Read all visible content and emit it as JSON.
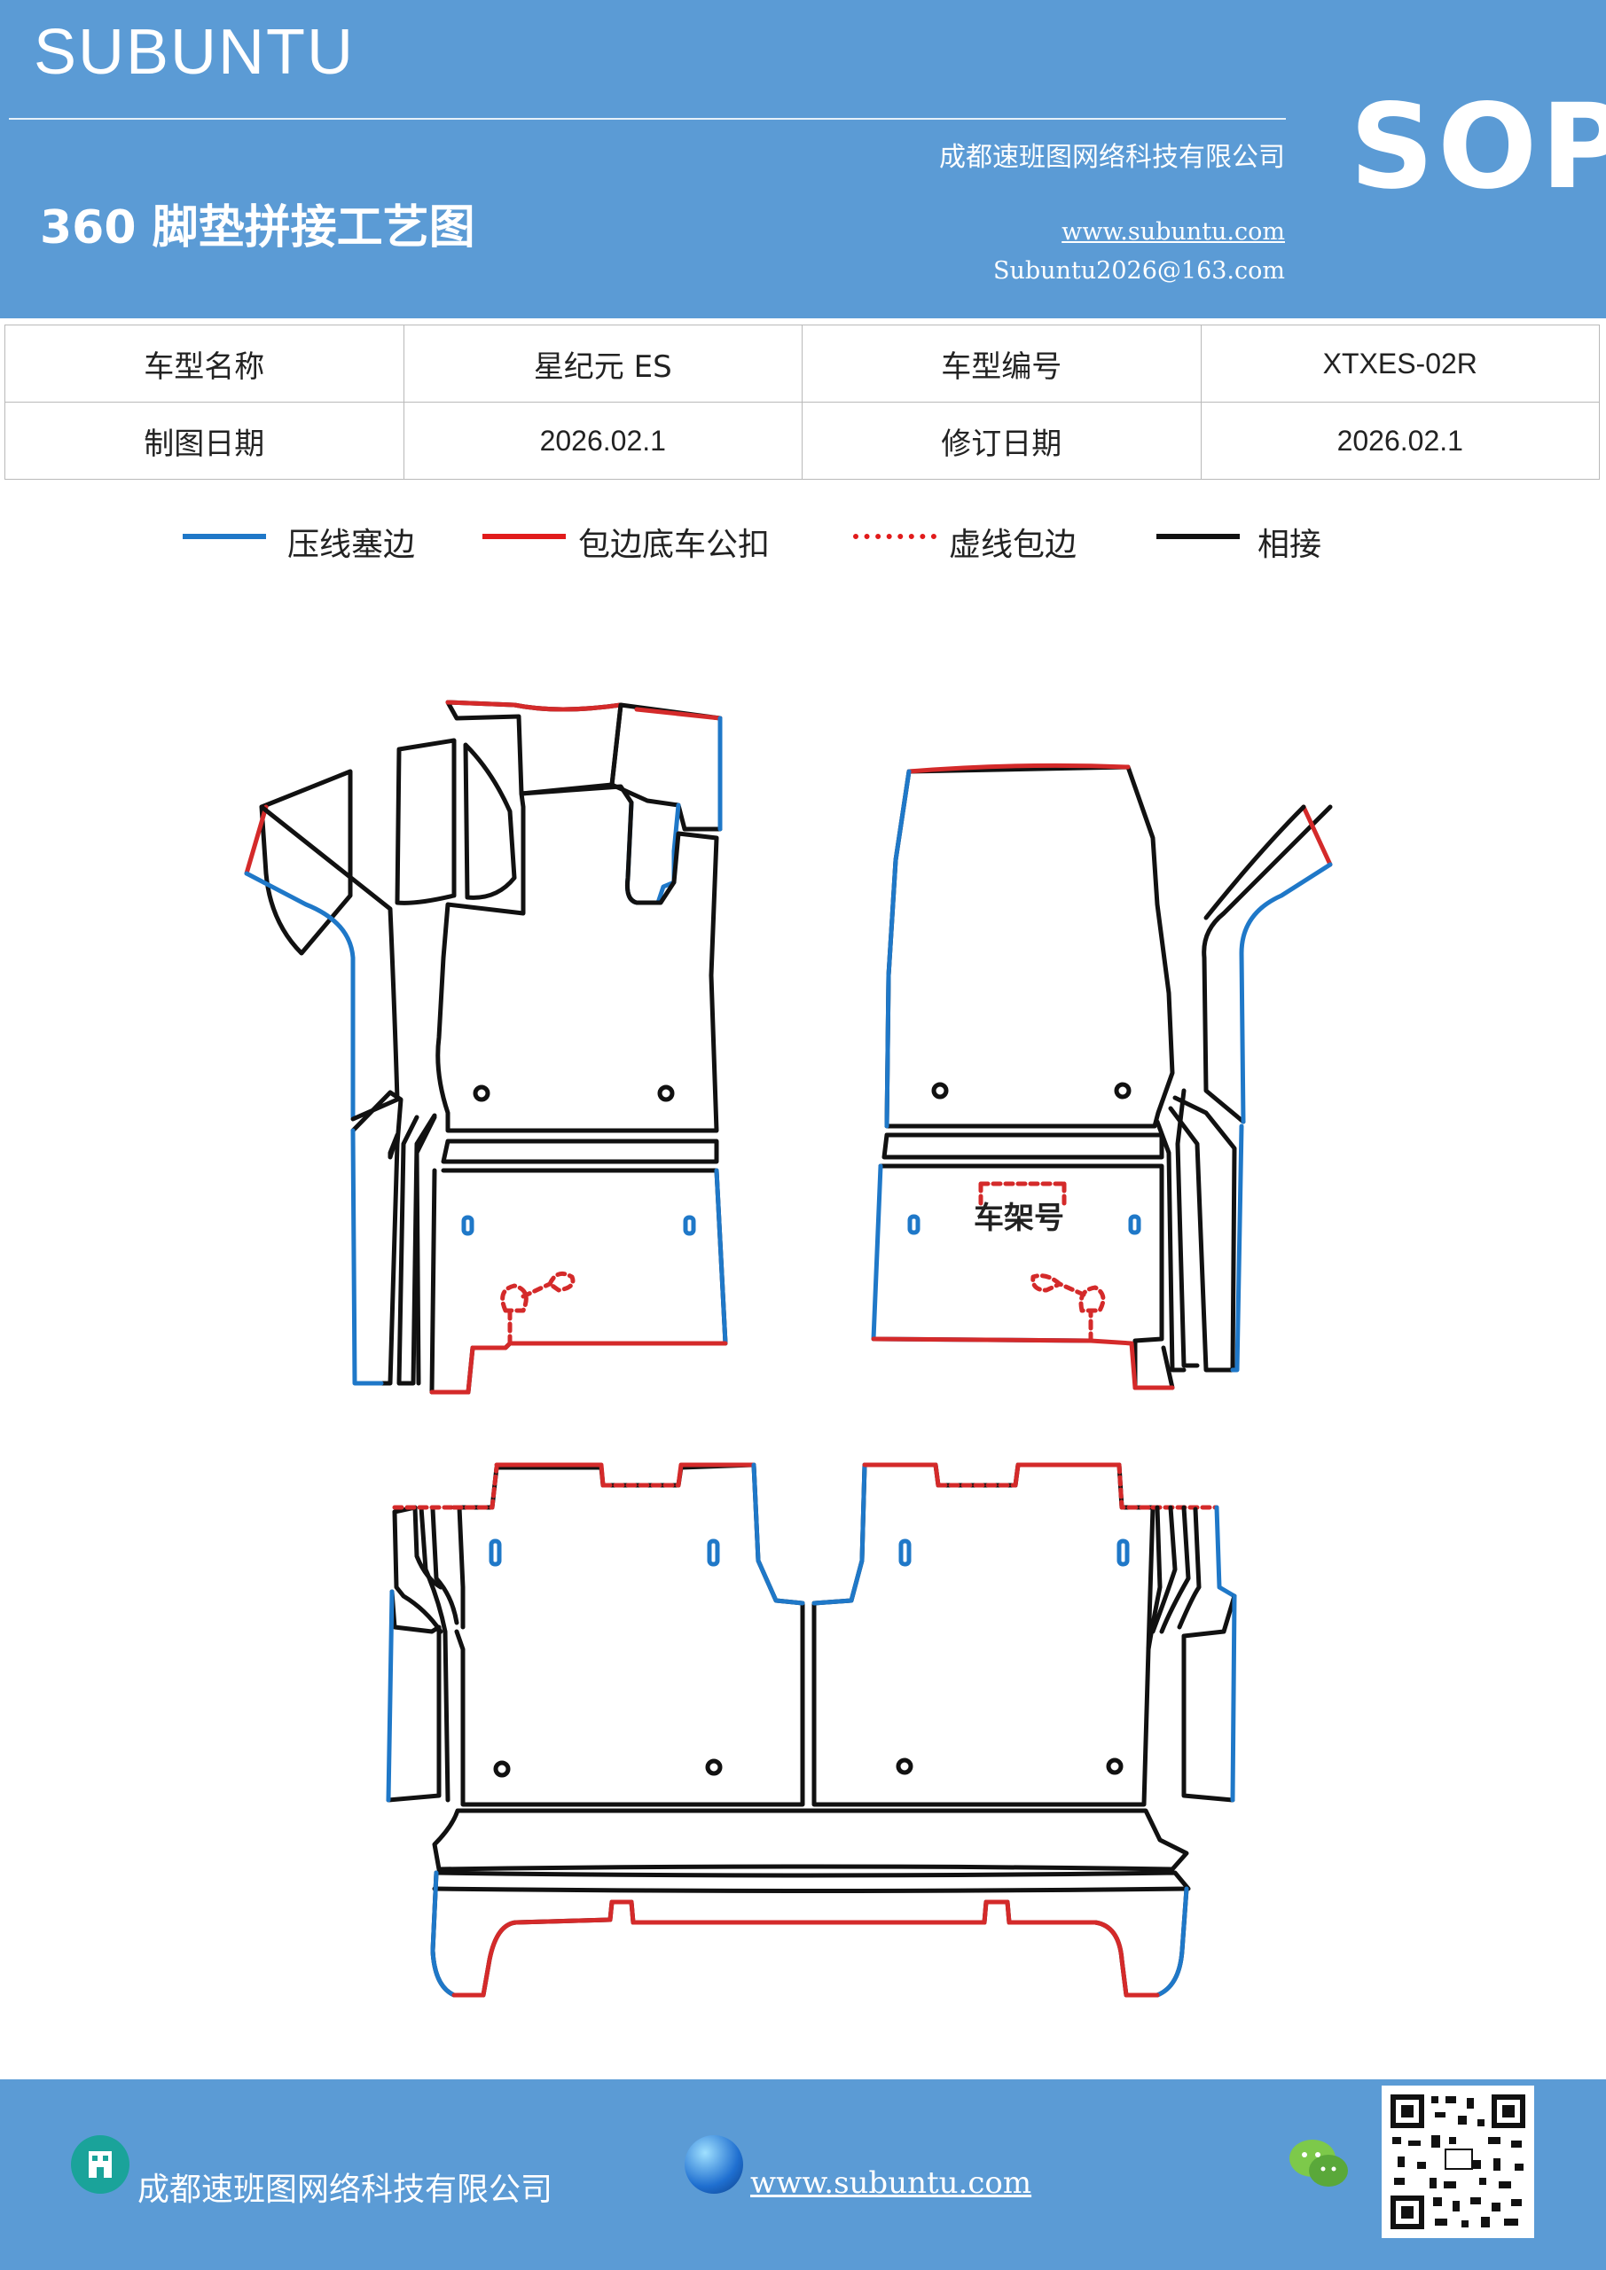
{
  "header": {
    "brand": "SUBUNTU",
    "company": "成都速班图网络科技有限公司",
    "title": "360 脚垫拼接工艺图",
    "website": "www.subuntu.com",
    "email": "Subuntu2026@163.com",
    "badge": "SOP"
  },
  "info": {
    "model_name_label": "车型名称",
    "model_name": "星纪元  ES",
    "model_code_label": "车型编号",
    "model_code": "XTXES-02R",
    "draw_date_label": "制图日期",
    "draw_date": "2026.02.1",
    "revise_date_label": "修订日期",
    "revise_date": "2026.02.1"
  },
  "legend": [
    {
      "label": "压线塞边",
      "color": "#1f78c8",
      "style": "solid"
    },
    {
      "label": "包边底车公扣",
      "color": "#e11b1b",
      "style": "solid"
    },
    {
      "label": "虚线包边",
      "color": "#e11b1b",
      "style": "dotted"
    },
    {
      "label": "相接",
      "color": "#111111",
      "style": "solid"
    }
  ],
  "diagram": {
    "frame_label": "车架号",
    "colors": {
      "blue": "#1f78c8",
      "red": "#d42a2a",
      "black": "#111111"
    }
  },
  "footer": {
    "company": "成都速班图网络科技有限公司",
    "website": "www.subuntu.com"
  }
}
